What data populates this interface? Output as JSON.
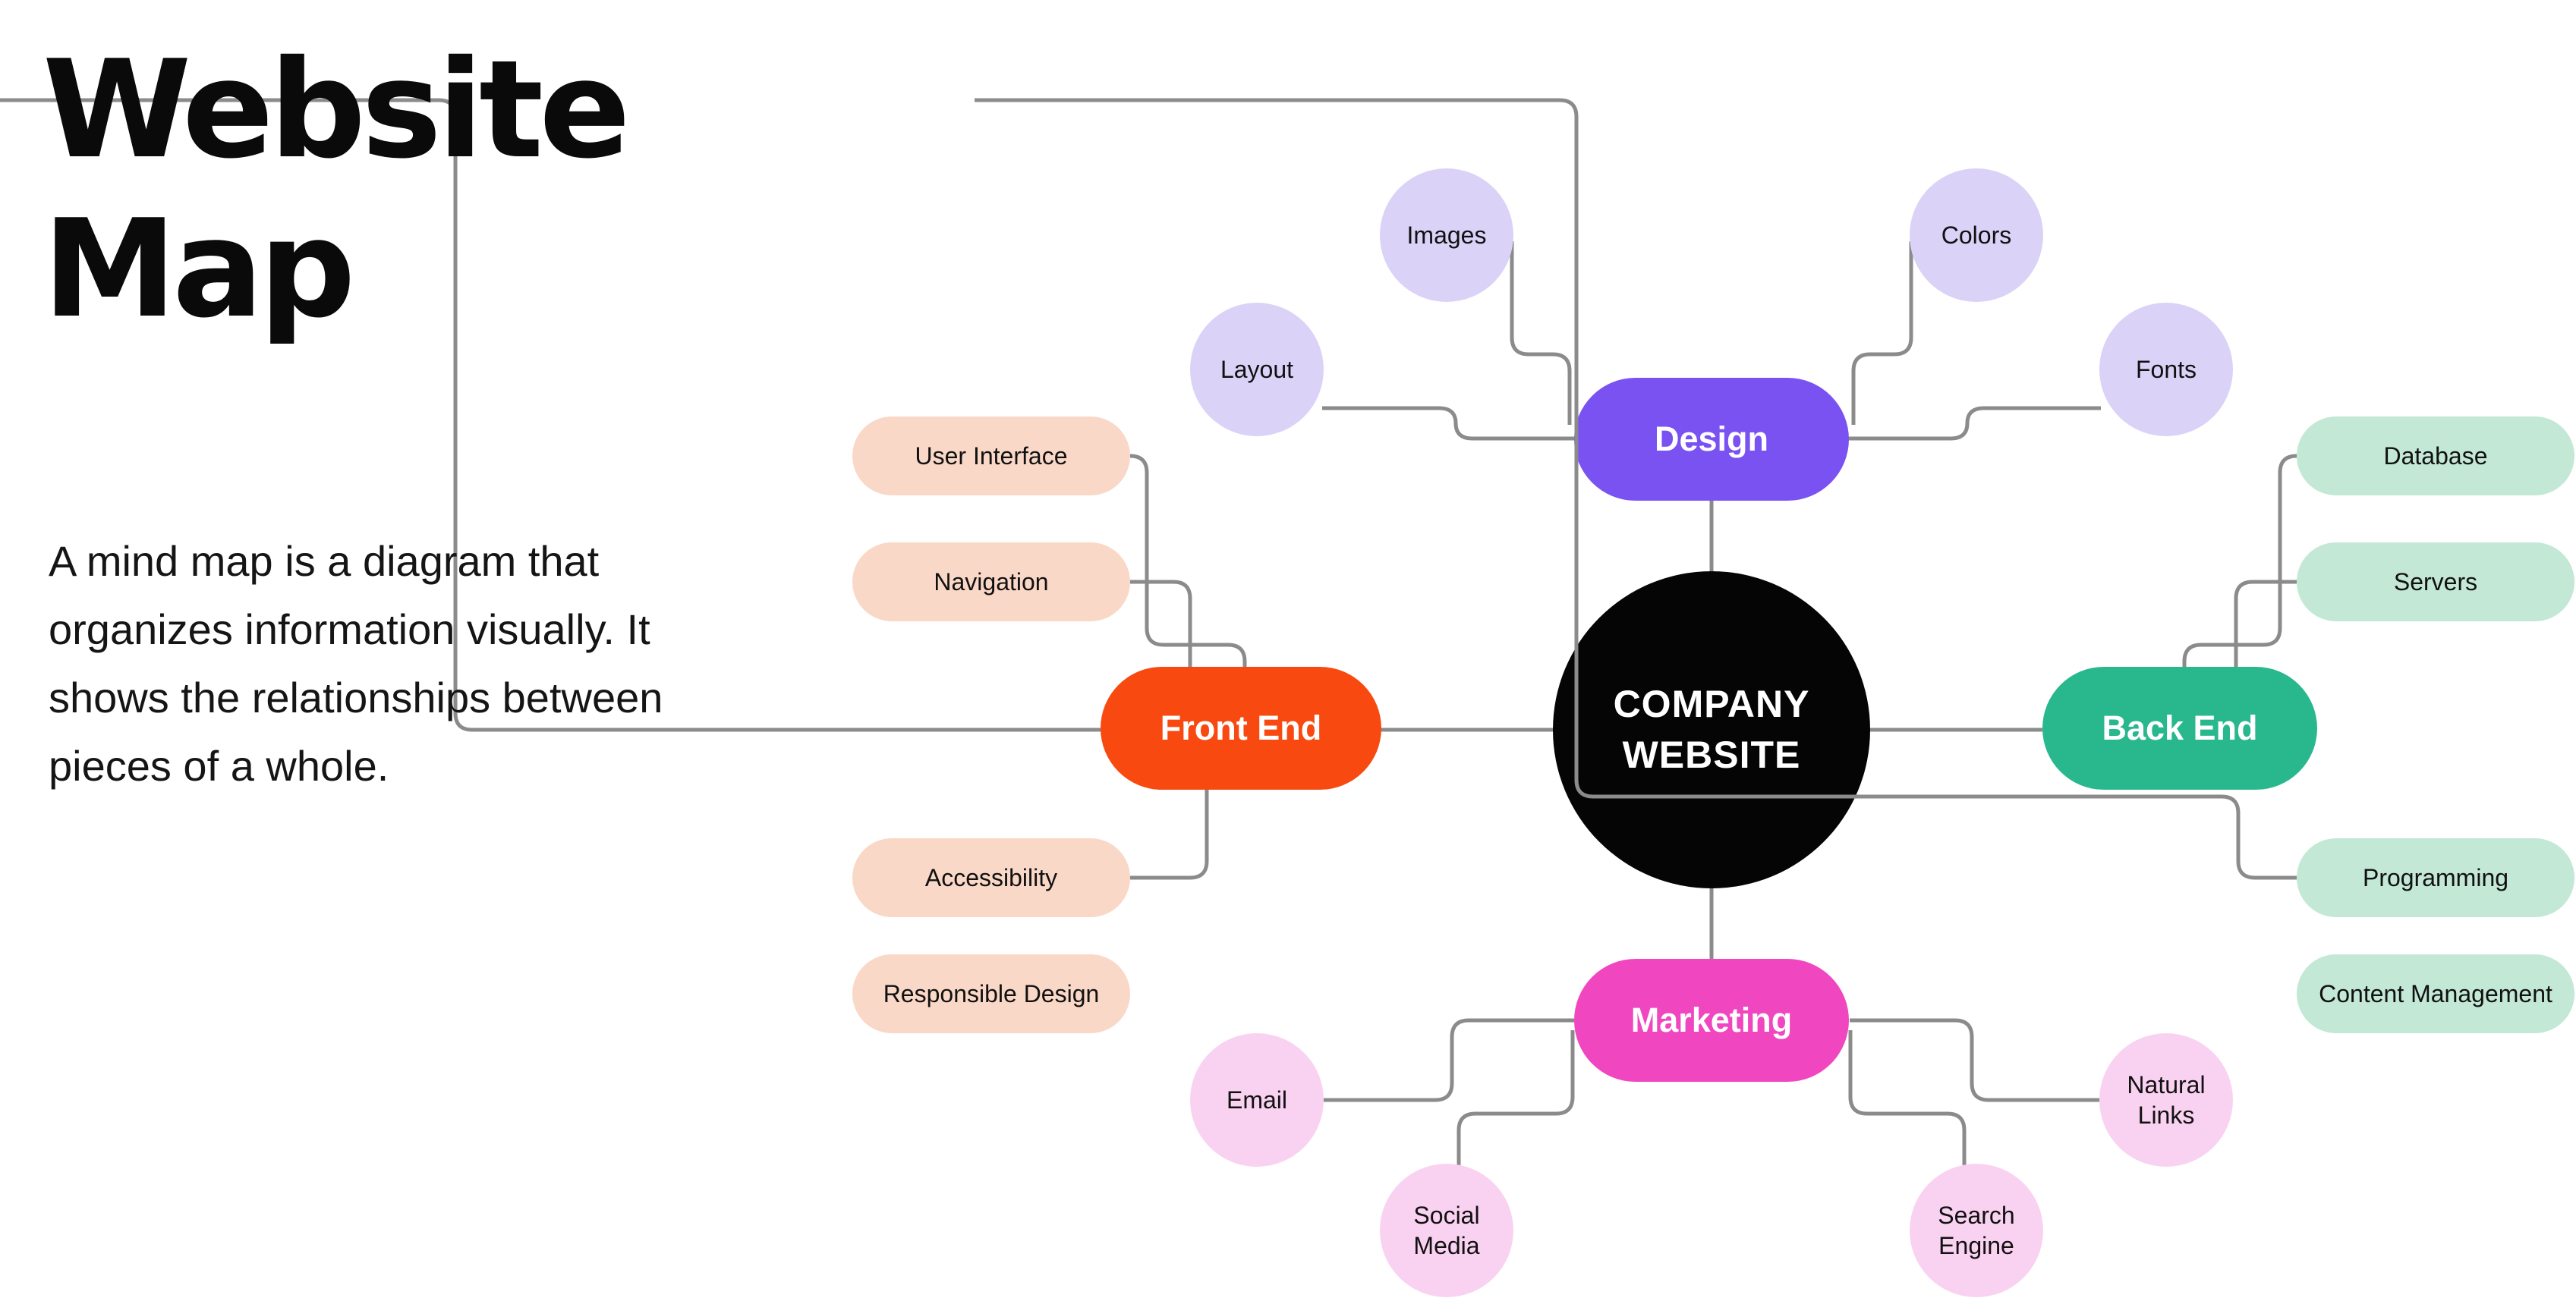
{
  "header": {
    "title": "Website\nMap",
    "description": "A mind map is a diagram that organizes information visually. It shows the relationships between pieces of a whole."
  },
  "mindmap": {
    "center": {
      "label": "COMPANY\nWEBSITE",
      "color": "#050505",
      "text_color": "#ffffff"
    },
    "branches": {
      "design": {
        "label": "Design",
        "color": "#7B52F2"
      },
      "front_end": {
        "label": "Front End",
        "color": "#F84A10"
      },
      "back_end": {
        "label": "Back End",
        "color": "#29B88E"
      },
      "marketing": {
        "label": "Marketing",
        "color": "#F046C0"
      }
    },
    "children": {
      "images": {
        "label": "Images",
        "color": "#DAD2F7"
      },
      "colors": {
        "label": "Colors",
        "color": "#DAD2F7"
      },
      "layout": {
        "label": "Layout",
        "color": "#DAD2F7"
      },
      "fonts": {
        "label": "Fonts",
        "color": "#DAD2F7"
      },
      "user_interface": {
        "label": "User Interface",
        "color": "#FAD8C7"
      },
      "navigation": {
        "label": "Navigation",
        "color": "#FAD8C7"
      },
      "accessibility": {
        "label": "Accessibility",
        "color": "#FAD8C7"
      },
      "responsible_design": {
        "label": "Responsible Design",
        "color": "#FAD8C7"
      },
      "database": {
        "label": "Database",
        "color": "#C3E8D6"
      },
      "servers": {
        "label": "Servers",
        "color": "#C3E8D6"
      },
      "programming": {
        "label": "Programming",
        "color": "#C3E8D6"
      },
      "content_management": {
        "label": "Content Management",
        "color": "#C3E8D6"
      },
      "email": {
        "label": "Email",
        "color": "#FAD2F1"
      },
      "social_media": {
        "label": "Social Media",
        "color": "#FAD2F1"
      },
      "natural_links": {
        "label": "Natural Links",
        "color": "#FAD2F1"
      },
      "search_engine": {
        "label": "Search Engine",
        "color": "#FAD2F1"
      }
    },
    "connector_color": "#8B8B8B"
  }
}
